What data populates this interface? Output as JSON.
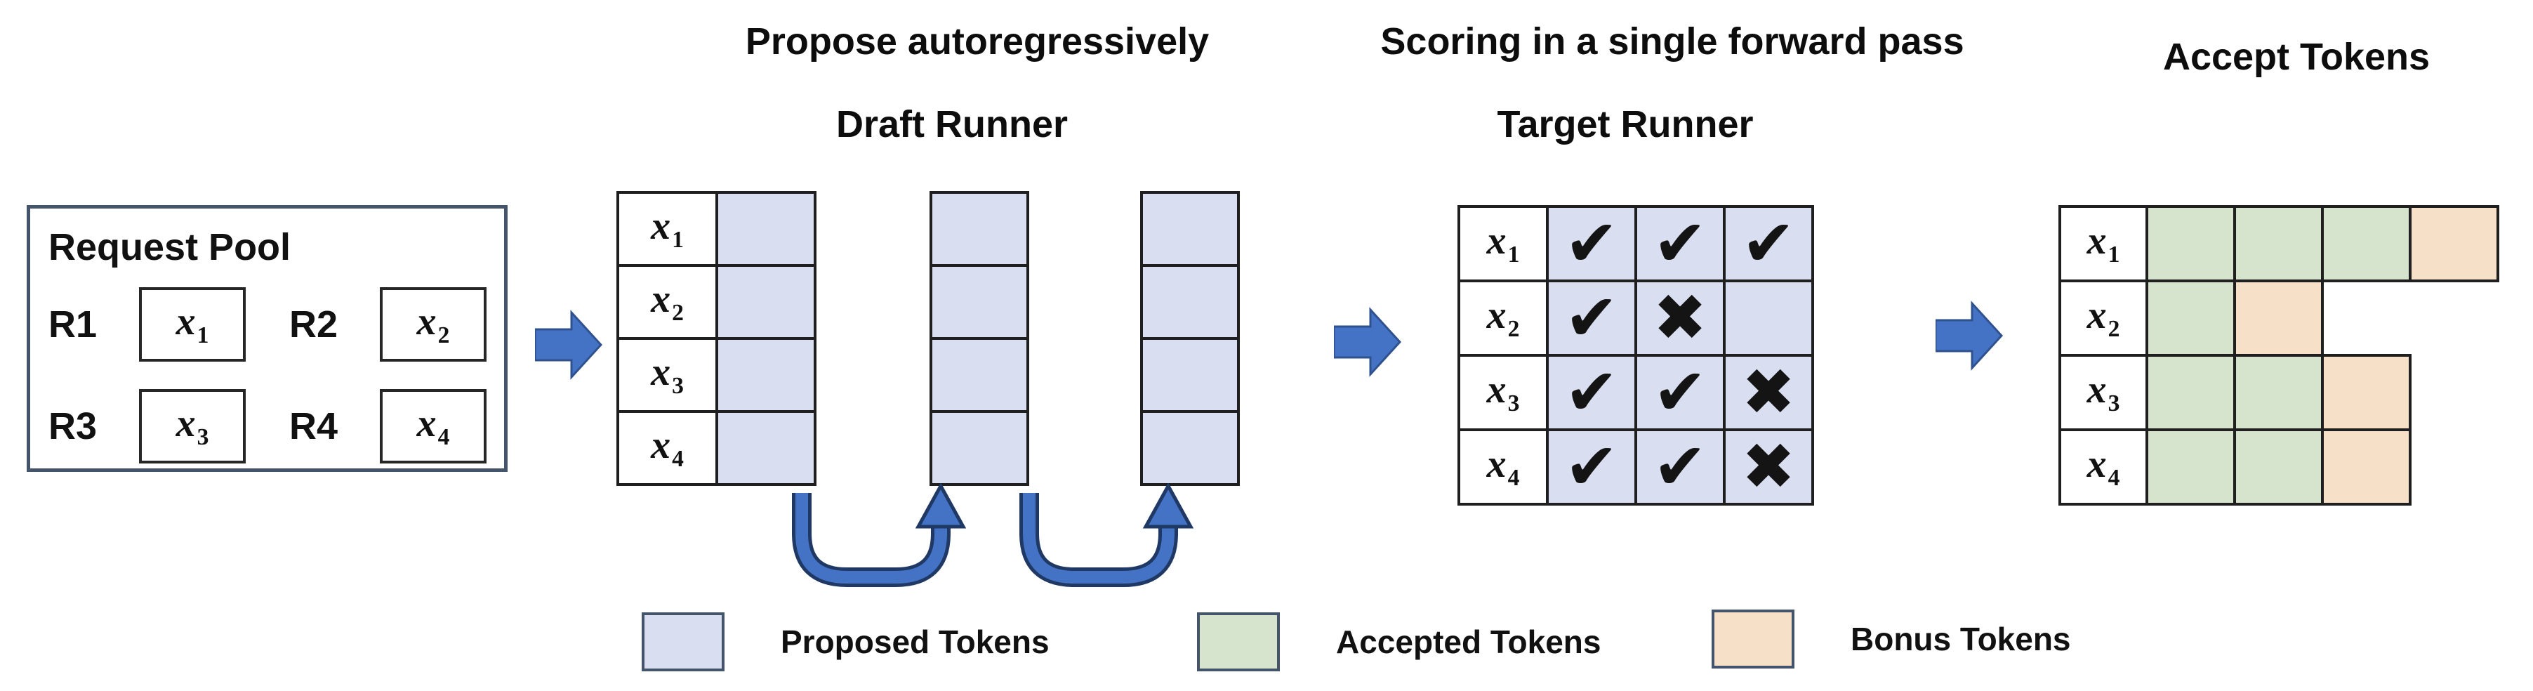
{
  "palette": {
    "proposed_fill": "#d9def0",
    "accepted_fill": "#d6e4ce",
    "bonus_fill": "#f6e0c8",
    "grid_line": "#1f1f1f",
    "pool_border": "#44546a",
    "arrow_fill": "#4472c4",
    "arrow_edge": "#2f528f",
    "curve_arrow_fill": "#4472c4",
    "curve_arrow_edge": "#1f3864"
  },
  "request_pool": {
    "title": "Request Pool",
    "requests": [
      {
        "label": "R1",
        "token": "x1"
      },
      {
        "label": "R2",
        "token": "x2"
      },
      {
        "label": "R3",
        "token": "x3"
      },
      {
        "label": "R4",
        "token": "x4"
      }
    ]
  },
  "draft_runner": {
    "caption": "Propose autoregressively",
    "title": "Draft Runner",
    "row_labels": [
      "x1",
      "x2",
      "x3",
      "x4"
    ],
    "num_steps": 3
  },
  "target_runner": {
    "caption": "Scoring in a single forward pass",
    "title": "Target Runner",
    "row_labels": [
      "x1",
      "x2",
      "x3",
      "x4"
    ],
    "scores": [
      [
        "check",
        "check",
        "check"
      ],
      [
        "check",
        "cross",
        "blank"
      ],
      [
        "check",
        "check",
        "cross"
      ],
      [
        "check",
        "check",
        "cross"
      ]
    ]
  },
  "accept_tokens": {
    "title": "Accept Tokens",
    "row_labels": [
      "x1",
      "x2",
      "x3",
      "x4"
    ],
    "rows": [
      [
        "accepted",
        "accepted",
        "accepted",
        "bonus"
      ],
      [
        "accepted",
        "bonus"
      ],
      [
        "accepted",
        "accepted",
        "bonus"
      ],
      [
        "accepted",
        "accepted",
        "bonus"
      ]
    ]
  },
  "legend": [
    {
      "label": "Proposed Tokens",
      "key": "proposed"
    },
    {
      "label": "Accepted Tokens",
      "key": "accepted"
    },
    {
      "label": "Bonus Tokens",
      "key": "bonus"
    }
  ],
  "glyphs": {
    "check": "✔",
    "cross": "✖",
    "blank": ""
  }
}
